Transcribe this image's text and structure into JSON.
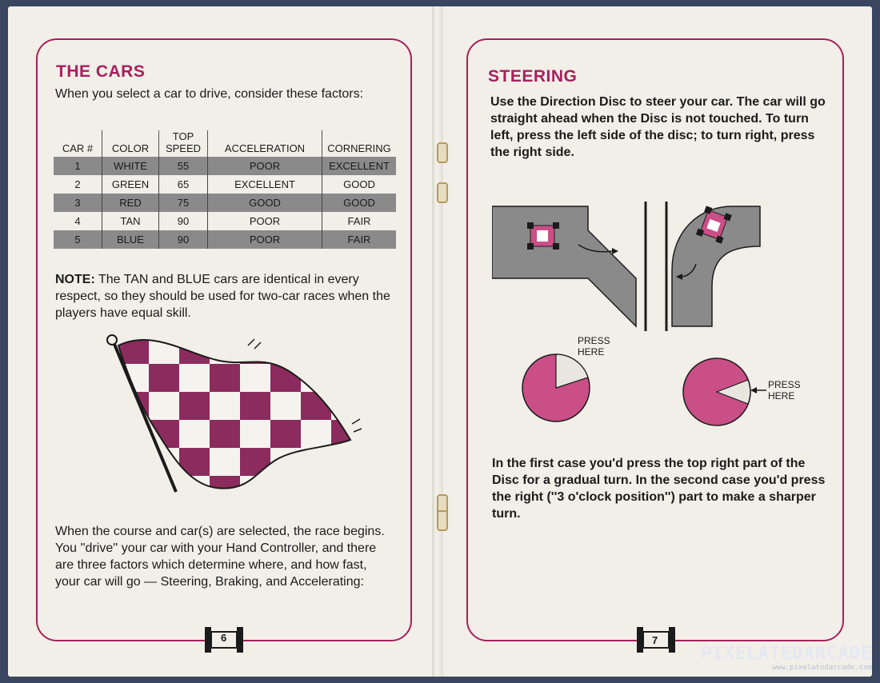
{
  "left_page": {
    "heading": "THE CARS",
    "intro": "When you select a car to drive, consider these factors:",
    "table": {
      "headers": [
        "CAR #",
        "COLOR",
        "TOP SPEED",
        "ACCELERATION",
        "CORNERING"
      ],
      "rows": [
        [
          "1",
          "WHITE",
          "55",
          "POOR",
          "EXCELLENT"
        ],
        [
          "2",
          "GREEN",
          "65",
          "EXCELLENT",
          "GOOD"
        ],
        [
          "3",
          "RED",
          "75",
          "GOOD",
          "GOOD"
        ],
        [
          "4",
          "TAN",
          "90",
          "POOR",
          "FAIR"
        ],
        [
          "5",
          "BLUE",
          "90",
          "POOR",
          "FAIR"
        ]
      ]
    },
    "note_label": "NOTE:",
    "note_text": " The TAN and BLUE cars are identical in every respect, so they should be used for two-car races when the players have equal skill.",
    "closing": "When the course and car(s) are selected, the race begins. You ''drive'' your car with your Hand Controller, and there are three factors which determine where, and how fast, your car will go — Steering, Braking, and Accelerating:",
    "page_number": "6"
  },
  "right_page": {
    "heading": "STEERING",
    "intro": "Use the Direction Disc to steer your car. The car will go straight ahead when the Disc is not touched. To turn left, press the left side of the disc; to turn right, press the right side.",
    "press_label_1": "PRESS HERE",
    "press_label_2": "PRESS HERE",
    "closing": "In the first case you'd press the top right part of the Disc for a gradual turn. In the second case you'd press the right (''3 o'clock position'') part to make a sharper turn.",
    "page_number": "7"
  },
  "watermark": {
    "name": "PIXELATEDARCADE",
    "url": "www.pixelatedarcade.com"
  },
  "colors": {
    "accent": "#a8205e",
    "pie": "#c94f86",
    "table_band": "#8a8a8a",
    "paper": "#f1efe7"
  }
}
